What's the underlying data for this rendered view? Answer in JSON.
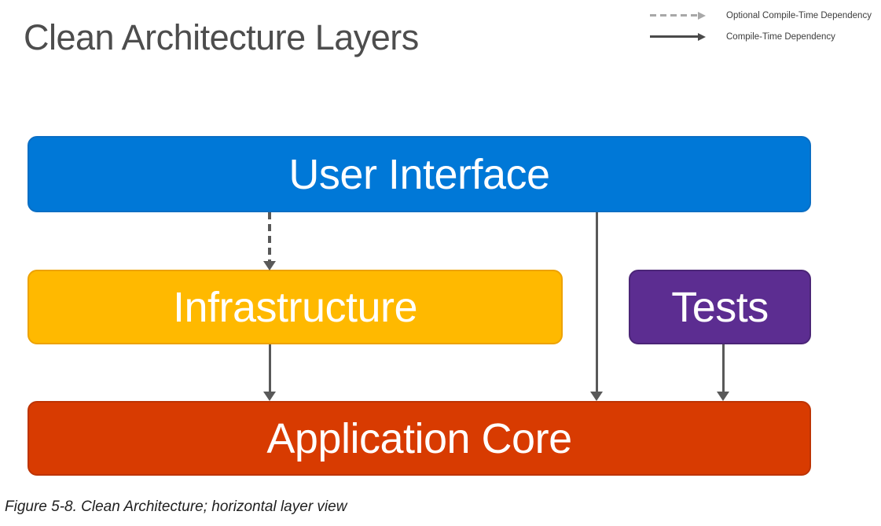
{
  "title": "Clean Architecture Layers",
  "legend": {
    "items": [
      {
        "label": "Optional Compile-Time Dependency",
        "style": "dashed",
        "color": "#A8A8A8"
      },
      {
        "label": "Compile-Time Dependency",
        "style": "solid",
        "color": "#4A4A4A"
      }
    ]
  },
  "nodes": [
    {
      "id": "user-interface",
      "label": "User Interface",
      "color": "#0078D7"
    },
    {
      "id": "infrastructure",
      "label": "Infrastructure",
      "color": "#FFB900"
    },
    {
      "id": "tests",
      "label": "Tests",
      "color": "#5C2D91"
    },
    {
      "id": "application-core",
      "label": "Application Core",
      "color": "#D83B01"
    }
  ],
  "edges": [
    {
      "from": "user-interface",
      "to": "infrastructure",
      "type": "optional-compile-time-dependency",
      "style": "dashed"
    },
    {
      "from": "user-interface",
      "to": "application-core",
      "type": "compile-time-dependency",
      "style": "solid"
    },
    {
      "from": "infrastructure",
      "to": "application-core",
      "type": "compile-time-dependency",
      "style": "solid"
    },
    {
      "from": "tests",
      "to": "application-core",
      "type": "compile-time-dependency",
      "style": "solid"
    }
  ],
  "caption": "Figure 5-8. Clean Architecture; horizontal layer view",
  "colors": {
    "arrow": "#595959",
    "title_text": "#4D4D4D",
    "caption_text": "#1F1F1F",
    "node_text": "#FFFFFF",
    "background": "#FFFFFF"
  }
}
